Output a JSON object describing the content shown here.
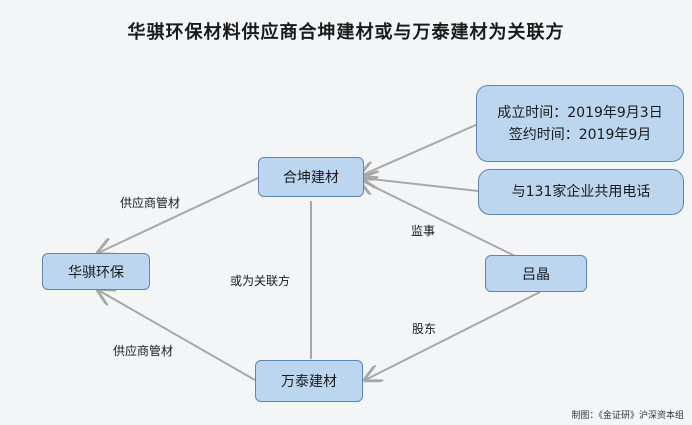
{
  "title": "华骐环保材料供应商合坤建材或与万泰建材为关联方",
  "nodes": {
    "hekun": "合坤建材",
    "huaqi": "华骐环保",
    "wantai": "万泰建材",
    "lvjing": "吕晶"
  },
  "callouts": {
    "dates": {
      "founded": "成立时间：2019年9月3日",
      "signed": "签约时间：2019年9月"
    },
    "phone": "与131家企业共用电话"
  },
  "edges": {
    "hekun_to_huaqi": "供应商管材",
    "wantai_to_huaqi": "供应商管材",
    "hekun_wantai": "或为关联方",
    "lvjing_to_hekun": "监事",
    "lvjing_to_wantai": "股东"
  },
  "credit": "制图：《金证研》沪深资本组",
  "colors": {
    "node_fill": "#bcd6ef",
    "node_border": "#5b87b8",
    "edge": "#a8a8a8",
    "background": "#f4f5f7"
  }
}
